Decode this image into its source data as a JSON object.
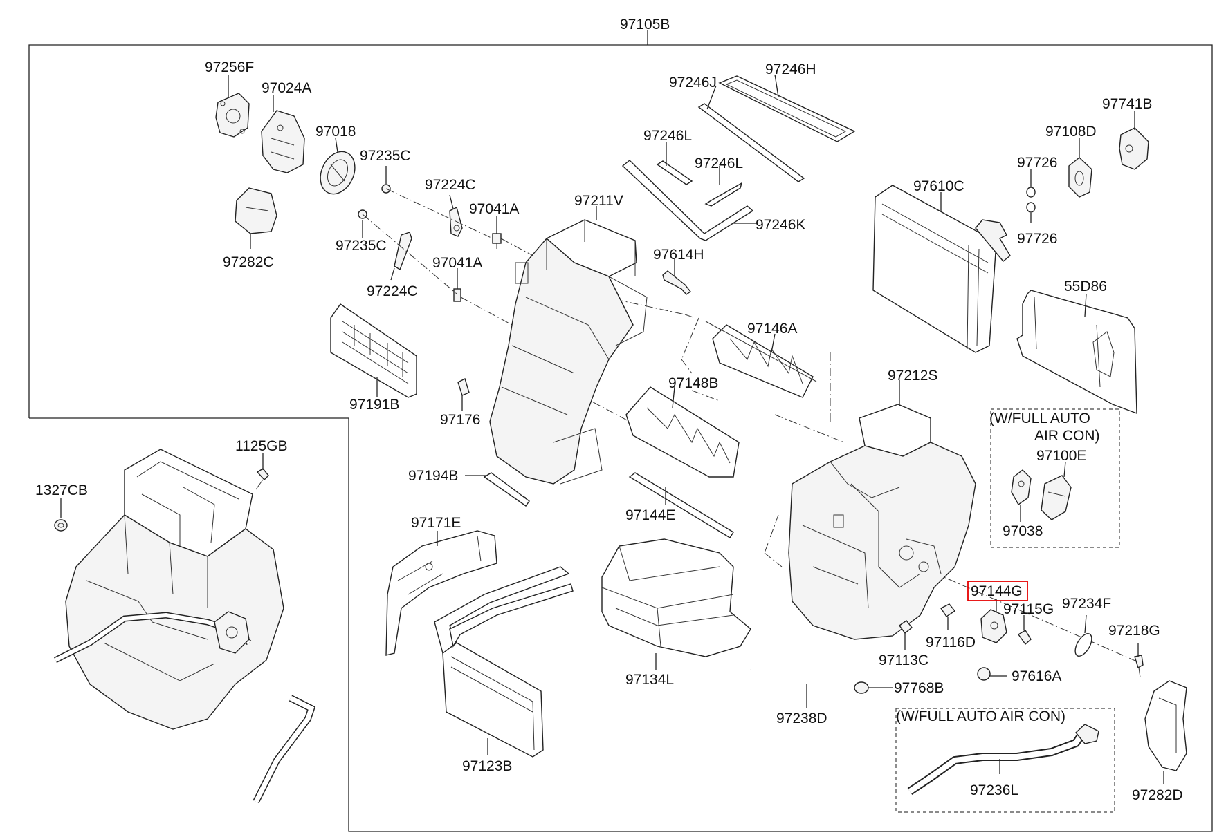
{
  "diagram": {
    "title": "97105B",
    "labels": {
      "l97256F": "97256F",
      "l97024A": "97024A",
      "l97018": "97018",
      "l97235C_a": "97235C",
      "l97235C_b": "97235C",
      "l97224C_a": "97224C",
      "l97224C_b": "97224C",
      "l97041A_a": "97041A",
      "l97041A_b": "97041A",
      "l97282C": "97282C",
      "l97211V": "97211V",
      "l97246J": "97246J",
      "l97246H": "97246H",
      "l97246L_a": "97246L",
      "l97246L_b": "97246L",
      "l97246K": "97246K",
      "l97614H": "97614H",
      "l97146A": "97146A",
      "l97741B": "97741B",
      "l97108D": "97108D",
      "l97726_a": "97726",
      "l97726_b": "97726",
      "l97610C": "97610C",
      "l55D86": "55D86",
      "l97191B": "97191B",
      "l97176": "97176",
      "l97148B": "97148B",
      "l97212S": "97212S",
      "l97100E": "97100E",
      "l97038": "97038",
      "l1125GB": "1125GB",
      "l1327CB": "1327CB",
      "l97194B": "97194B",
      "l97144E": "97144E",
      "l97171E": "97171E",
      "l97144G": "97144G",
      "l97115G": "97115G",
      "l97234F": "97234F",
      "l97218G": "97218G",
      "l97116D": "97116D",
      "l97113C": "97113C",
      "l97616A": "97616A",
      "l97134L": "97134L",
      "l97768B": "97768B",
      "l97238D": "97238D",
      "l97123B": "97123B",
      "l97236L": "97236L",
      "l97282D": "97282D"
    },
    "notes": {
      "wfull_1a": "(W/FULL AUTO",
      "wfull_1b": "AIR CON)",
      "wfull_2": "(W/FULL AUTO AIR CON)"
    },
    "highlighted_part": "97144G",
    "highlight_color": "#e60000"
  }
}
